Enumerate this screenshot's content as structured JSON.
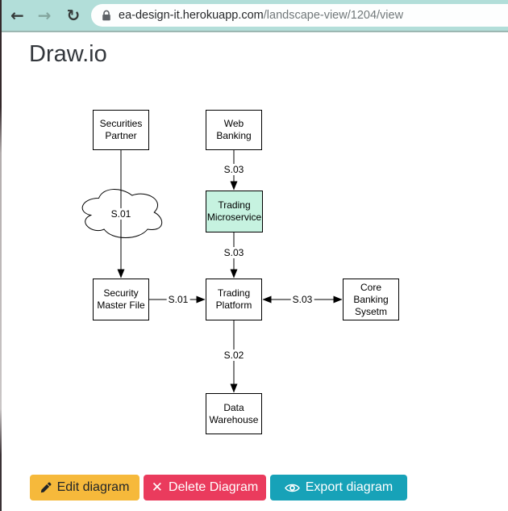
{
  "browser": {
    "back_icon": "←",
    "forward_icon": "→",
    "reload_icon": "↻",
    "url_domain": "ea-design-it.herokuapp.com",
    "url_path": "/landscape-view/1204/view"
  },
  "page": {
    "title": "Draw.io"
  },
  "diagram": {
    "nodes": {
      "securities_partner": "Securities Partner",
      "web_banking": "Web Banking",
      "trading_microservice": "Trading Microservice",
      "security_master_file": "Security Master File",
      "trading_platform": "Trading Platform",
      "core_banking_system": "Core Banking Sysetm",
      "data_warehouse": "Data Warehouse"
    },
    "edges": {
      "partner_to_smf": "S.01",
      "web_to_micro": "S.03",
      "micro_to_platform": "S.03",
      "smf_to_platform": "S.01",
      "platform_core": "S.03",
      "platform_to_dw": "S.02"
    },
    "highlight_fill": "#c6f2e0"
  },
  "actions": {
    "edit_label": "Edit diagram",
    "delete_label": "Delete Diagram",
    "export_label": "Export diagram",
    "delete_icon": "✕",
    "edit_color": "#f6b93b",
    "delete_color": "#ea3b5d",
    "export_color": "#17a2b8"
  }
}
